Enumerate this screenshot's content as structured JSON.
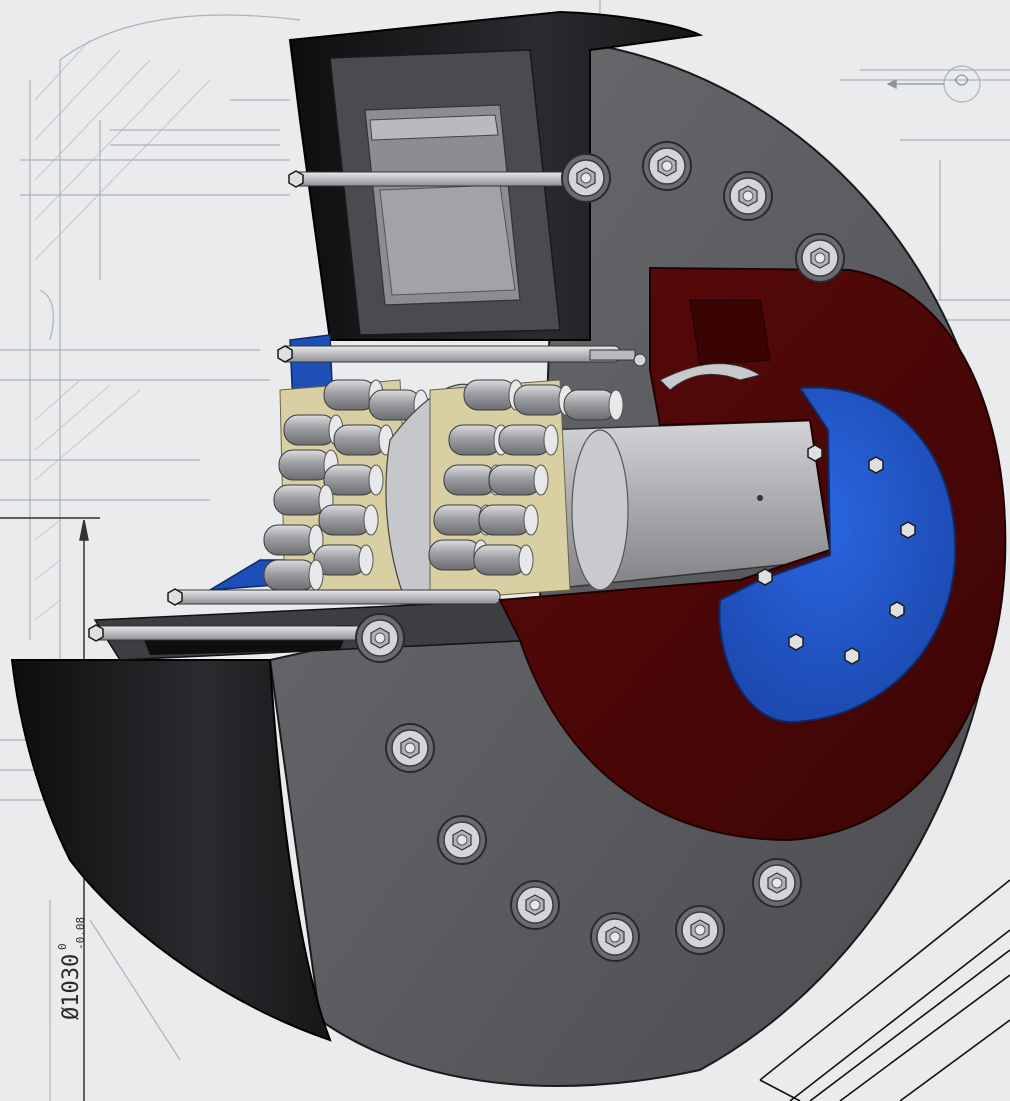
{
  "drawing": {
    "dimension": {
      "value": "Ø1030",
      "upper_tolerance": "0",
      "lower_tolerance": "-0.08"
    }
  },
  "colors": {
    "background": "#e9ebed",
    "blueprint_line": "#9aa0a6",
    "housing_dark": "#1c1c1e",
    "housing_face": "#5e5f62",
    "cover_red": "#4a0606",
    "end_plate_blue": "#1e55c8",
    "roller_steel": "#a7a9ad",
    "cage_brass": "#d8cfa3",
    "shaft": "#b6b8bb"
  },
  "icons": [
    "hex-bolt-icon",
    "fan-symbol-icon"
  ]
}
